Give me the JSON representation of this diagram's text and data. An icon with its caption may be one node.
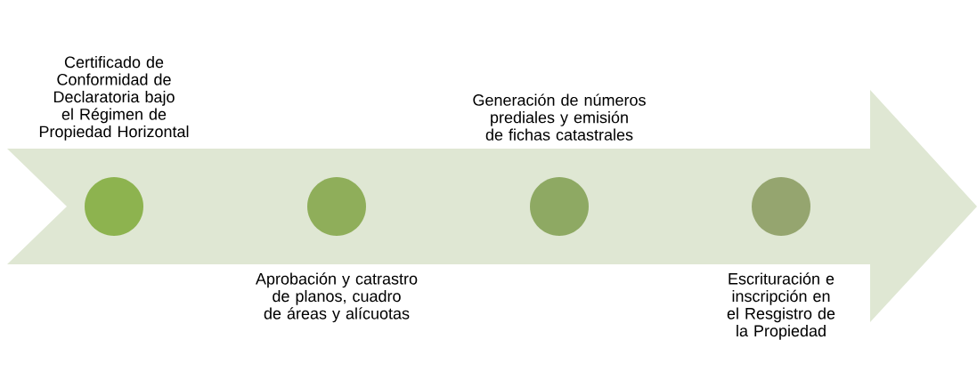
{
  "diagram": {
    "nodes": [
      {
        "text": [],
        "shape": "arrow"
      },
      {
        "text": [],
        "shape": "circle",
        "in": 0,
        "beside": [
          "Certificado de Conformidad de Declaratoria bajo el Régimen de Propiedad Horizontal"
        ]
      },
      {
        "text": [],
        "shape": "circle",
        "in": 0,
        "beside": [
          "Aprobación y catrastro de planos, cuadro de áreas y alícuotas"
        ]
      },
      {
        "text": [],
        "shape": "circle",
        "in": 0,
        "beside": [
          "Generación de números prediales y emisión de fichas catastrales"
        ]
      },
      {
        "text": [],
        "shape": "circle",
        "in": 0,
        "beside": [
          "Escrituración e inscripción en el Resgistro de la Propiedad"
        ]
      }
    ]
  }
}
